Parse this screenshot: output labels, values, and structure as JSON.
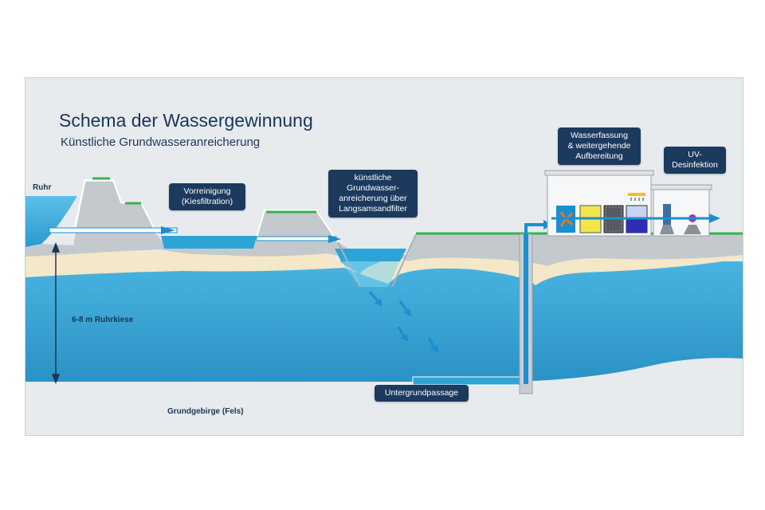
{
  "title": "Schema der Wassergewinnung",
  "subtitle": "Künstliche Grundwasseranreicherung",
  "labels": {
    "river": "Ruhr",
    "gravel_depth": "6-8 m Ruhrkiese",
    "bedrock": "Grundgebirge (Fels)"
  },
  "callouts": {
    "prefiltration": [
      "Vorreinigung",
      "(Kiesfiltration)"
    ],
    "recharge": [
      "künstliche",
      "Grundwasser-",
      "anreicherung über",
      "Langsamsandfilter"
    ],
    "treatment": [
      "Wasserfassung",
      "& weitergehende",
      "Aufbereitung"
    ],
    "uv": [
      "UV-",
      "Desinfektion"
    ],
    "underground": [
      "Untergrundpassage"
    ]
  },
  "colors": {
    "water": "#2ea3d6",
    "deep_water": "#2b93c4",
    "sand": "#f4e8c8",
    "gray_ground": "#c4c9cd",
    "grass": "#36b34a",
    "box": "#1c3a5e",
    "pipe": "#1a8fd0"
  },
  "icons": [
    "fan-icon",
    "filter-icon",
    "carbon-filter-icon",
    "sprinkler-icon",
    "pump-icon",
    "uv-lamp-icon"
  ]
}
